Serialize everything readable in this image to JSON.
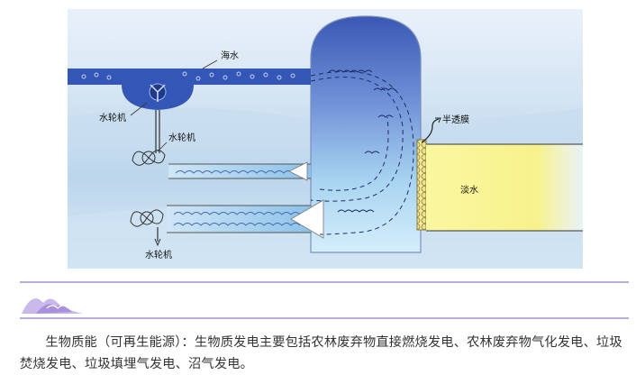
{
  "diagram": {
    "labels": {
      "seawater": "海水",
      "turbine_top": "水轮机",
      "turbine_mid": "水轮机",
      "turbine_bottom": "水轮机",
      "membrane": "半透膜",
      "freshwater": "淡水"
    }
  },
  "article": {
    "paragraph": "生物质能（可再生能源）：生物质发电主要包括农林废弃物直接燃烧发电、农林废弃物气化发电、垃圾焚烧发电、垃圾填埋气发电、沼气发电。"
  },
  "colors": {
    "divider": "#b9a9dc",
    "tank_dark": "#3f5fb8",
    "tank_light": "#bfe6f7",
    "freshwater": "#f7f49a",
    "pipe": "#2f55b5"
  }
}
